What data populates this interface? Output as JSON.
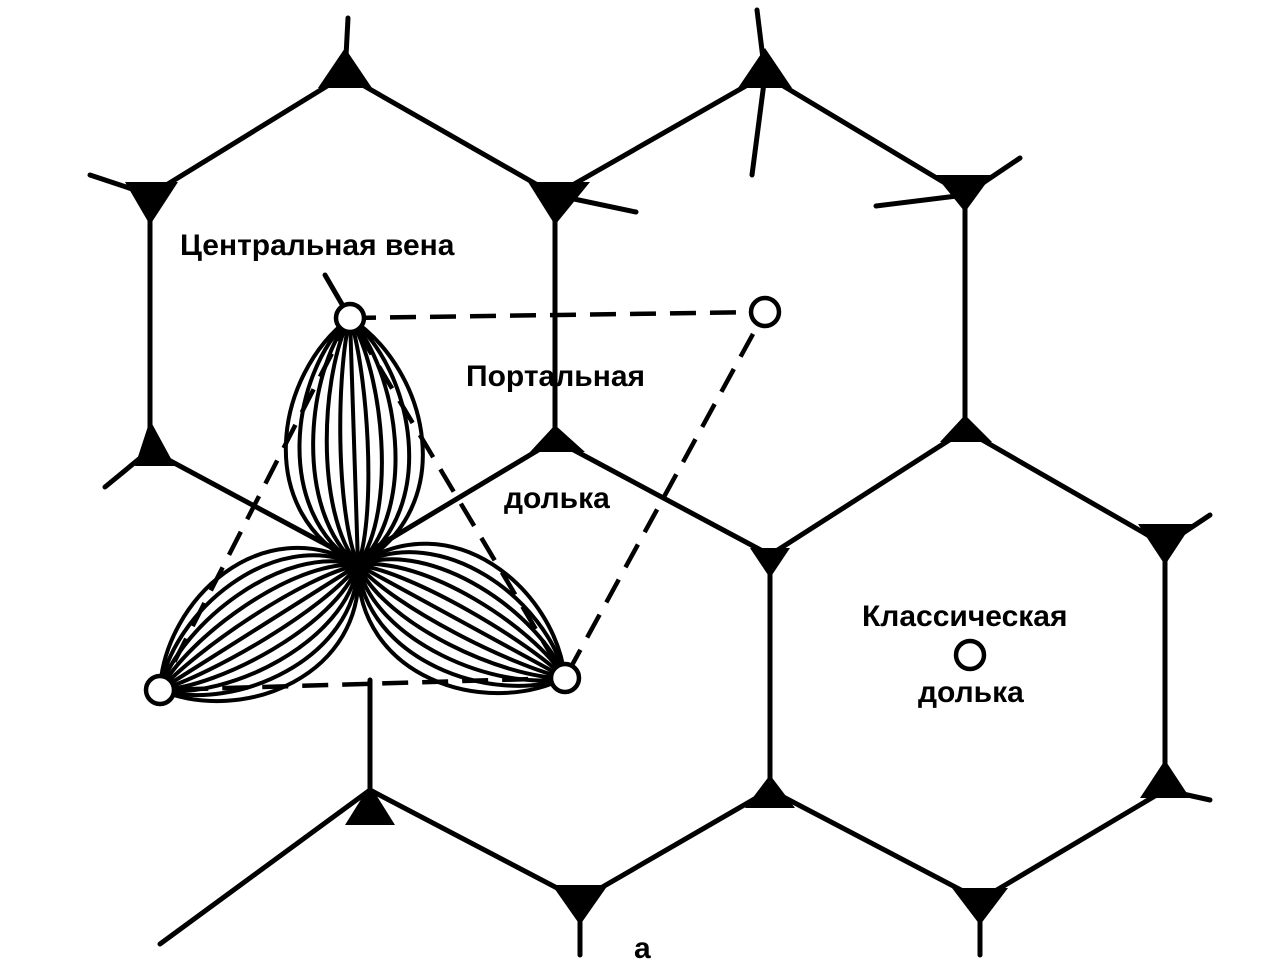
{
  "labels": {
    "central_vein": "Центральная вена",
    "portal_lobule_line1": "Портальная",
    "portal_lobule_line2": "долька",
    "classic_lobule_line1": "Классическая",
    "classic_lobule_line2": "долька",
    "panel_letter": "а"
  },
  "colors": {
    "ink": "#000000",
    "background": "#ffffff"
  }
}
